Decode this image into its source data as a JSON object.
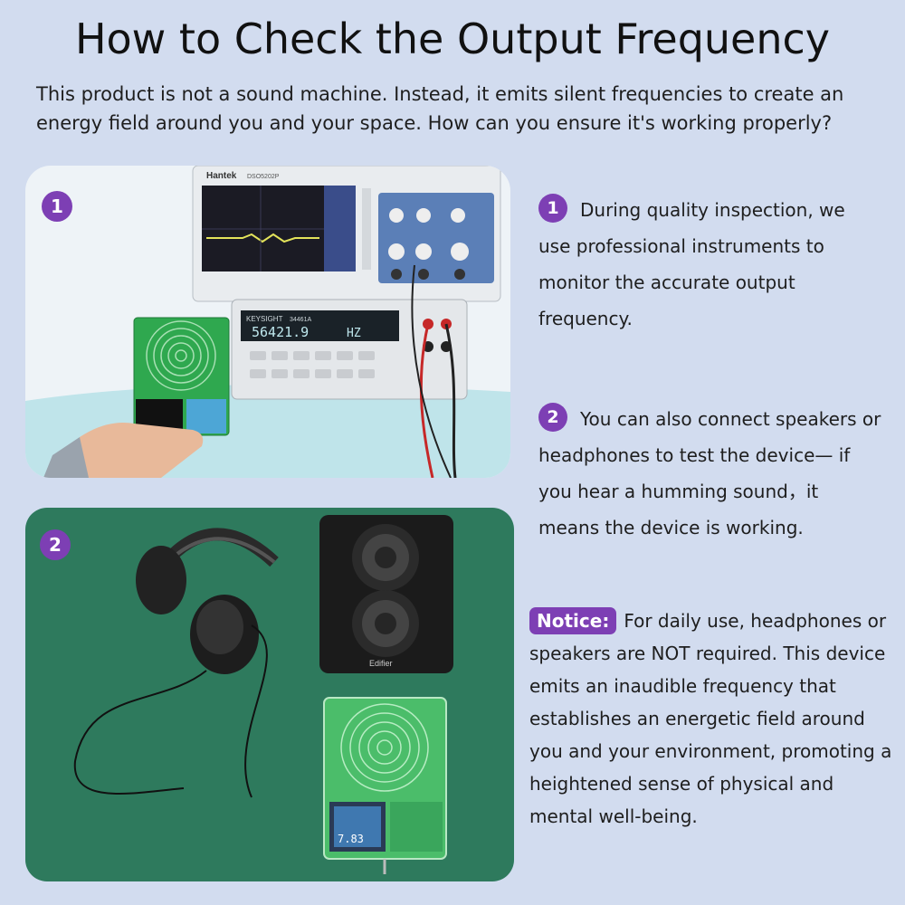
{
  "title": "How to Check the Output Frequency",
  "intro": "This product is not a sound machine. Instead, it emits silent frequencies to create an energy field around you and your space. How can you ensure it's working properly?",
  "panel1": {
    "badge": "1",
    "oscilloscope_brand": "Hantek",
    "oscilloscope_model": "DSO5202P",
    "multimeter_brand": "KEYSIGHT",
    "multimeter_model": "34461A",
    "multimeter_reading": "56421.9",
    "multimeter_unit": "HZ",
    "colors": {
      "background": "#eef3f7",
      "board": "#2fa84f"
    }
  },
  "panel2": {
    "badge": "2",
    "speaker_brand": "Edifier",
    "device_display_reading": "7.83",
    "colors": {
      "background": "#2e7a5d"
    }
  },
  "steps": [
    {
      "badge": "1",
      "text": "During quality inspection, we use professional instruments to monitor the accurate output frequency."
    },
    {
      "badge": "2",
      "text": "You can also connect speakers or headphones to test the device— if you hear a humming sound，it means the device is working."
    }
  ],
  "notice": {
    "label": "Notice:",
    "text": "For daily use,  headphones or speakers are NOT required. This device emits an inaudible frequency that establishes an energetic field around you and your environment, promoting a heightened sense of physical and mental well-being."
  },
  "colors": {
    "page_background": "#d2dcef",
    "accent": "#7d3fb4"
  }
}
